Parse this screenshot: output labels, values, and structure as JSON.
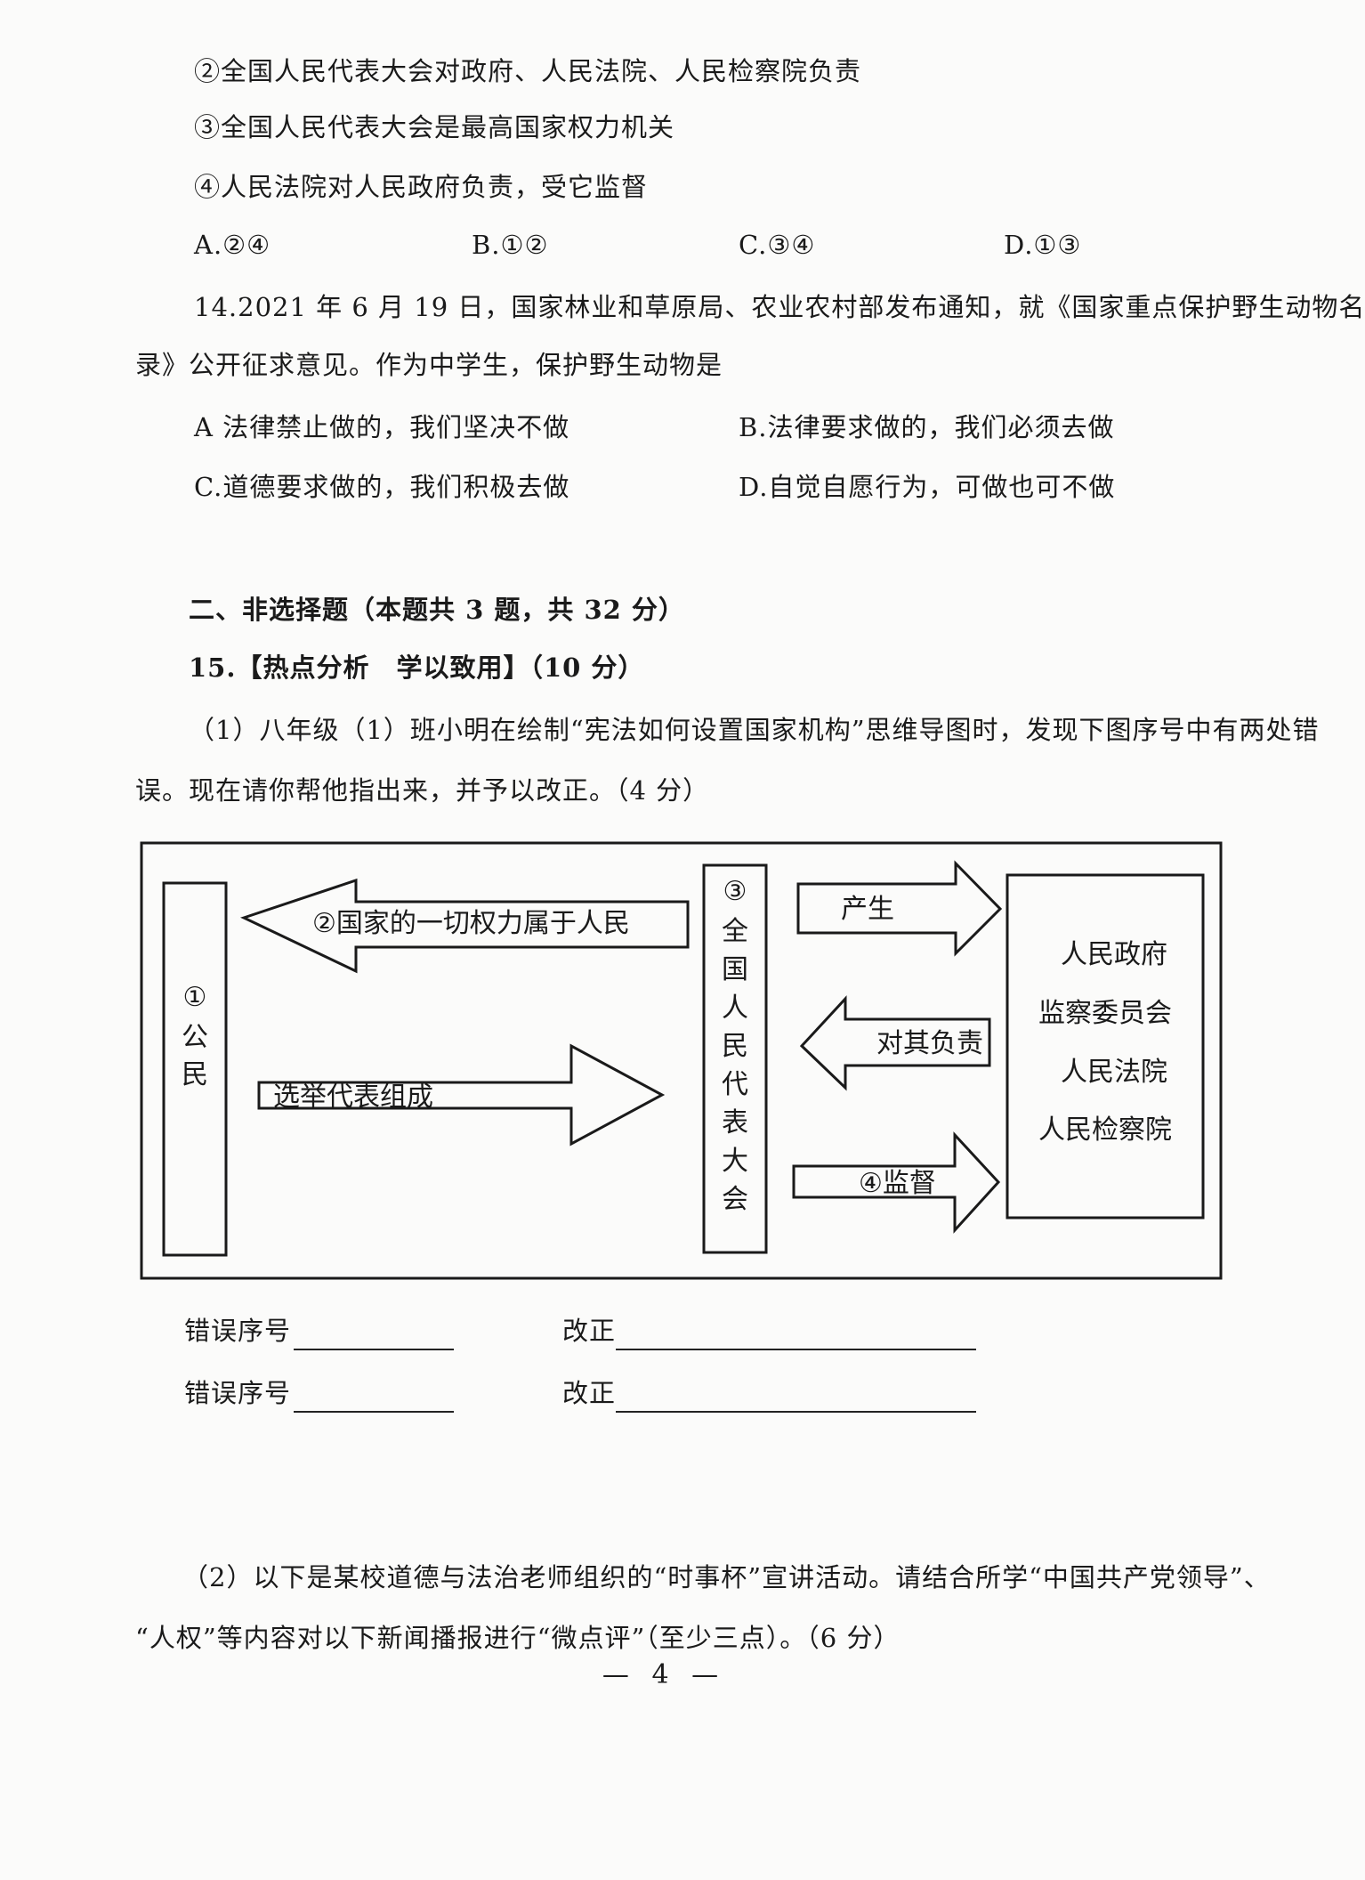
{
  "q13": {
    "s2": "②全国人民代表大会对政府、人民法院、人民检察院负责",
    "s3": "③全国人民代表大会是最高国家权力机关",
    "s4": "④人民法院对人民政府负责，受它监督",
    "opt_a": "A.②④",
    "opt_b": "B.①②",
    "opt_c": "C.③④",
    "opt_d": "D.①③"
  },
  "q14": {
    "stem_line1": "14.2021 年 6 月 19 日，国家林业和草原局、农业农村部发布通知，就《国家重点保护野生动物名",
    "stem_line2": "录》公开征求意见。作为中学生，保护野生动物是",
    "opt_a": "A 法律禁止做的，我们坚决不做",
    "opt_b": "B.法律要求做的，我们必须去做",
    "opt_c": "C.道德要求做的，我们积极去做",
    "opt_d": "D.自觉自愿行为，可做也可不做"
  },
  "section2": {
    "heading": "二、非选择题（本题共 3 题，共 32 分）"
  },
  "q15": {
    "heading": "15.【热点分析　学以致用】（10 分）",
    "part1_line1": "（1）八年级（1）班小明在绘制“宪法如何设置国家机构”思维导图时，发现下图序号中有两处错",
    "part1_line2": "误。现在请你帮他指出来，并予以改正。（4 分）",
    "diagram": {
      "citizen_num": "①",
      "citizen_chars": [
        "公",
        "民"
      ],
      "arrow_power": "②国家的一切权力属于人民",
      "arrow_elect": "选举代表组成",
      "npc_num": "③",
      "npc_chars": [
        "全",
        "国",
        "人",
        "民",
        "代",
        "表",
        "大",
        "会"
      ],
      "arrow_produce": "产生",
      "arrow_responsible": "对其负责",
      "arrow_supervise": "④监督",
      "organs": [
        "人民政府",
        "监察委员会",
        "人民法院",
        "人民检察院"
      ]
    },
    "answer_err_label": "错误序号",
    "answer_fix_label": "改正",
    "part2_line1": "（2）以下是某校道德与法治老师组织的“时事杯”宣讲活动。请结合所学“中国共产党领导”、",
    "part2_line2": "“人权”等内容对以下新闻播报进行“微点评”（至少三点）。（6 分）"
  },
  "page_number": "— 4 —"
}
